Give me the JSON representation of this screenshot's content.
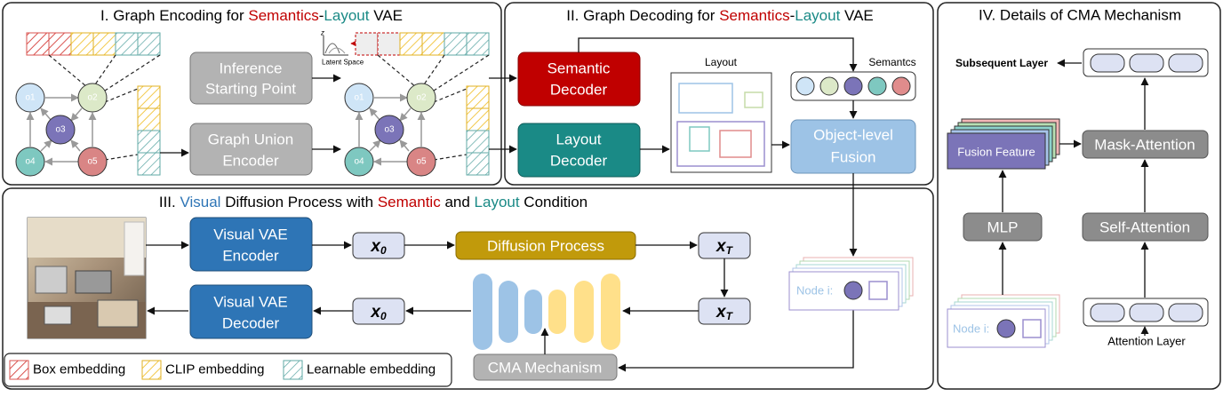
{
  "panel1": {
    "title_pre": "I. Graph Encoding for ",
    "title_sem": "Semantics",
    "title_dash": "-",
    "title_lay": "Layout",
    "title_post": " VAE"
  },
  "panel2": {
    "title_pre": "II. Graph Decoding for ",
    "title_sem": "Semantics",
    "title_dash": "-",
    "title_lay": "Layout",
    "title_post": " VAE"
  },
  "panel3": {
    "title_pre": "III. ",
    "title_vis": "Visual",
    "title_mid": " Diffusion Process with ",
    "title_sem": "Semantic",
    "title_and": " and ",
    "title_lay": "Layout",
    "title_post": " Condition"
  },
  "panel4": {
    "title": "IV. Details of CMA Mechanism"
  },
  "nodes": [
    "o1",
    "o2",
    "o3",
    "o4",
    "o5"
  ],
  "latent_space_label": "Latent Space",
  "latent_axis_z": "z",
  "inference": {
    "line1": "Inference",
    "line2": "Starting Point"
  },
  "graph_union": {
    "line1": "Graph Union",
    "line2": "Encoder"
  },
  "semantic_decoder": {
    "line1": "Semantic",
    "line2": "Decoder"
  },
  "layout_decoder": {
    "line1": "Layout",
    "line2": "Decoder"
  },
  "layout_label": "Layout",
  "semantics_label": "Semantcs",
  "fusion": {
    "line1": "Object-level",
    "line2": "Fusion"
  },
  "visual_vae_encoder": {
    "line1": "Visual VAE",
    "line2": "Encoder"
  },
  "visual_vae_decoder": {
    "line1": "Visual VAE",
    "line2": "Decoder"
  },
  "x0": "x",
  "x0_sub": "0",
  "xT": "x",
  "xT_sub": "T",
  "diffusion_process": "Diffusion Process",
  "cma_mechanism": "CMA Mechanism",
  "node_i": "Node i:",
  "legend": {
    "box": "Box embedding",
    "clip": "CLIP embedding",
    "learn": "Learnable embedding"
  },
  "cma": {
    "subsequent_layer": "Subsequent Layer",
    "mask_attention": "Mask-Attention",
    "fusion_feature": "Fusion Feature",
    "mlp": "MLP",
    "self_attention": "Self-Attention",
    "attention_layer": "Attention Layer"
  },
  "colors": {
    "red": "#c00000",
    "teal": "#1a8a86",
    "blue": "#2e75b6",
    "gray_box": "#b3b3b3",
    "dark_gray_box": "#8c8c8c",
    "gold": "#c19a0b",
    "light_blue": "#9dc3e6"
  }
}
